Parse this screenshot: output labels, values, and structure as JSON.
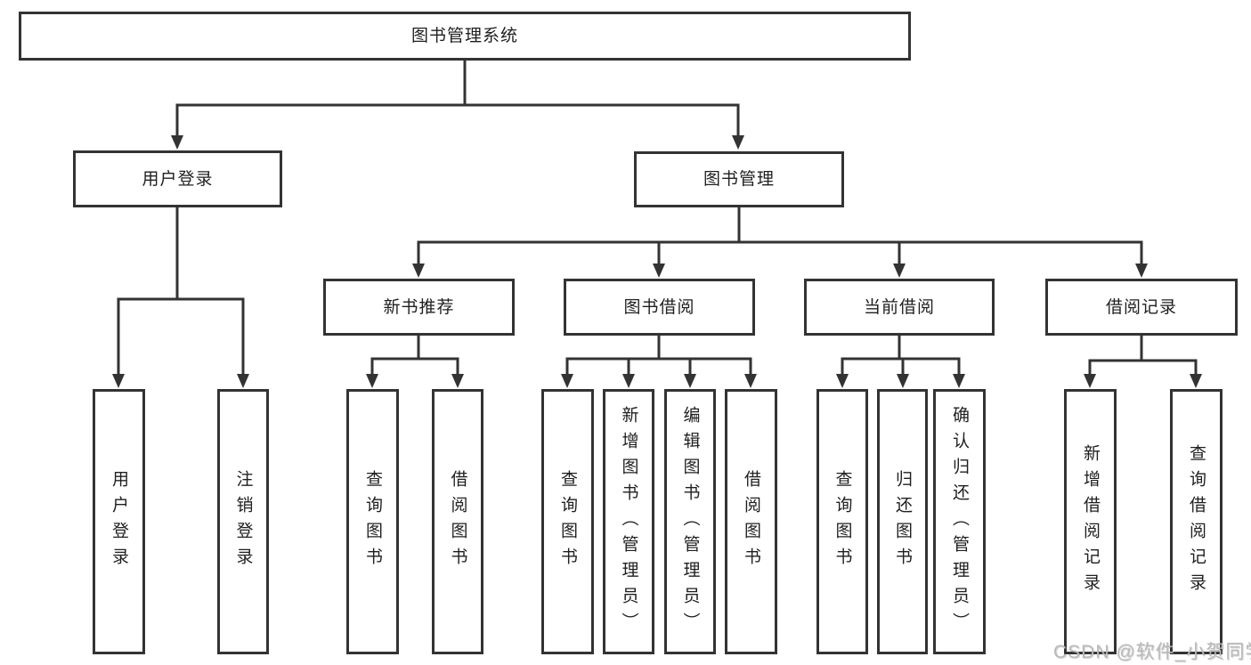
{
  "diagram": {
    "type": "tree",
    "colors": {
      "line": "#333333",
      "text": "#1f1f1f",
      "box_background": "#ffffff",
      "watermark": "#b9b9b9"
    },
    "root": {
      "label": "图书管理系统"
    },
    "level2": [
      {
        "label": "用户登录",
        "parent": "图书管理系统"
      },
      {
        "label": "图书管理",
        "parent": "图书管理系统"
      }
    ],
    "level3": [
      {
        "label": "新书推荐",
        "parent": "图书管理"
      },
      {
        "label": "图书借阅",
        "parent": "图书管理"
      },
      {
        "label": "当前借阅",
        "parent": "图书管理"
      },
      {
        "label": "借阅记录",
        "parent": "图书管理"
      }
    ],
    "leaves": [
      {
        "label": "用户登录",
        "parent": "用户登录"
      },
      {
        "label": "注销登录",
        "parent": "用户登录"
      },
      {
        "label": "查询图书",
        "parent": "新书推荐"
      },
      {
        "label": "借阅图书",
        "parent": "新书推荐"
      },
      {
        "label": "查询图书",
        "parent": "图书借阅"
      },
      {
        "label": "新增图书（管理员）",
        "parent": "图书借阅"
      },
      {
        "label": "编辑图书（管理员）",
        "parent": "图书借阅"
      },
      {
        "label": "借阅图书",
        "parent": "图书借阅"
      },
      {
        "label": "查询图书",
        "parent": "当前借阅"
      },
      {
        "label": "归还图书",
        "parent": "当前借阅"
      },
      {
        "label": "确认归还（管理员）",
        "parent": "当前借阅"
      },
      {
        "label": "新增借阅记录",
        "parent": "借阅记录"
      },
      {
        "label": "查询借阅记录",
        "parent": "借阅记录"
      }
    ],
    "watermark": "CSDN @软件_小贺同学"
  }
}
